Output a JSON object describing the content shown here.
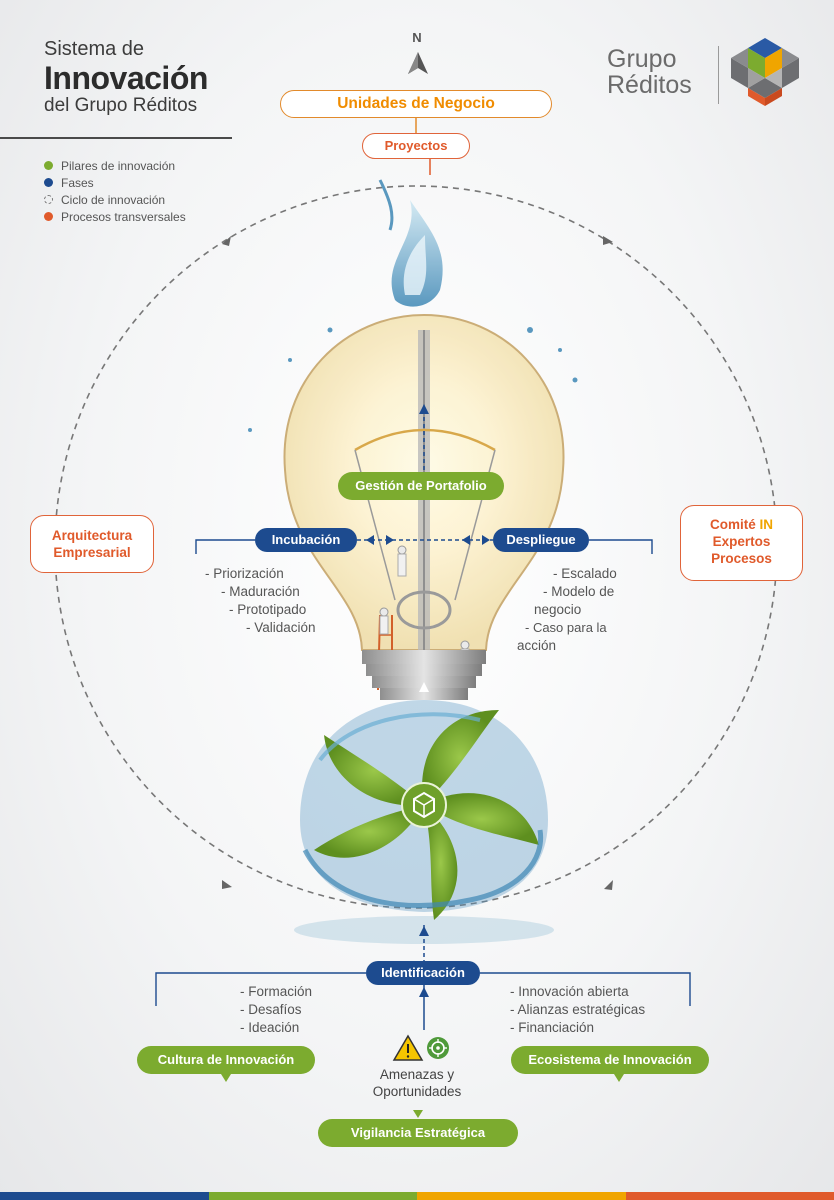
{
  "title": {
    "line1": "Sistema de",
    "line2": "Innovación",
    "line3": "del Grupo Réditos"
  },
  "legend": [
    {
      "label": "Pilares de innovación",
      "color": "#7cab2f",
      "style": "solid"
    },
    {
      "label": "Fases",
      "color": "#1d4b8f",
      "style": "solid"
    },
    {
      "label": "Ciclo de innovación",
      "color": "#777777",
      "style": "dashed"
    },
    {
      "label": "Procesos transversales",
      "color": "#e05a2b",
      "style": "solid"
    }
  ],
  "logo": {
    "line1": "Grupo",
    "line2": "Réditos",
    "cube_colors": [
      "#2a5aa5",
      "#7cab2f",
      "#f0a500",
      "#e05a2b",
      "#6d6e71"
    ]
  },
  "compass": {
    "letter": "N"
  },
  "top": {
    "business_units": "Unidades de Negocio",
    "projects": "Proyectos"
  },
  "transversal": {
    "architecture": "Arquitectura Empresarial",
    "committee_prefix": "Comité",
    "committee_brand": "IN",
    "committee_line2": "Expertos",
    "committee_line3": "Procesos"
  },
  "phases": {
    "portfolio": "Gestión de Portafolio",
    "incubation": "Incubación",
    "deployment": "Despliegue",
    "identification": "Identificación"
  },
  "incubation_items": [
    "- Priorización",
    "- Maduración",
    "- Prototipado",
    "- Validación"
  ],
  "deployment_items": [
    "- Escalado",
    "- Modelo de",
    "negocio",
    "- Caso para la",
    "acción"
  ],
  "identification_left": [
    "- Formación",
    "- Desafíos",
    "- Ideación"
  ],
  "identification_right": [
    "- Innovación abierta",
    "- Alianzas estratégicas",
    "- Financiación"
  ],
  "pillars": {
    "culture": "Cultura de Innovación",
    "ecosystem": "Ecosistema de Innovación",
    "surveillance": "Vigilancia Estratégica"
  },
  "threats": {
    "line1": "Amenazas y",
    "line2": "Oportunidades",
    "warning_icon": "warning-triangle-icon",
    "target_icon": "target-icon"
  },
  "colors": {
    "blue": "#1d4b8f",
    "green": "#7cab2f",
    "orange": "#f08c00",
    "red": "#e05a2b",
    "grey": "#6d6e71"
  },
  "bottom_bar_colors": [
    "#1d4b8f",
    "#7cab2f",
    "#f0a500",
    "#e05a2b"
  ]
}
